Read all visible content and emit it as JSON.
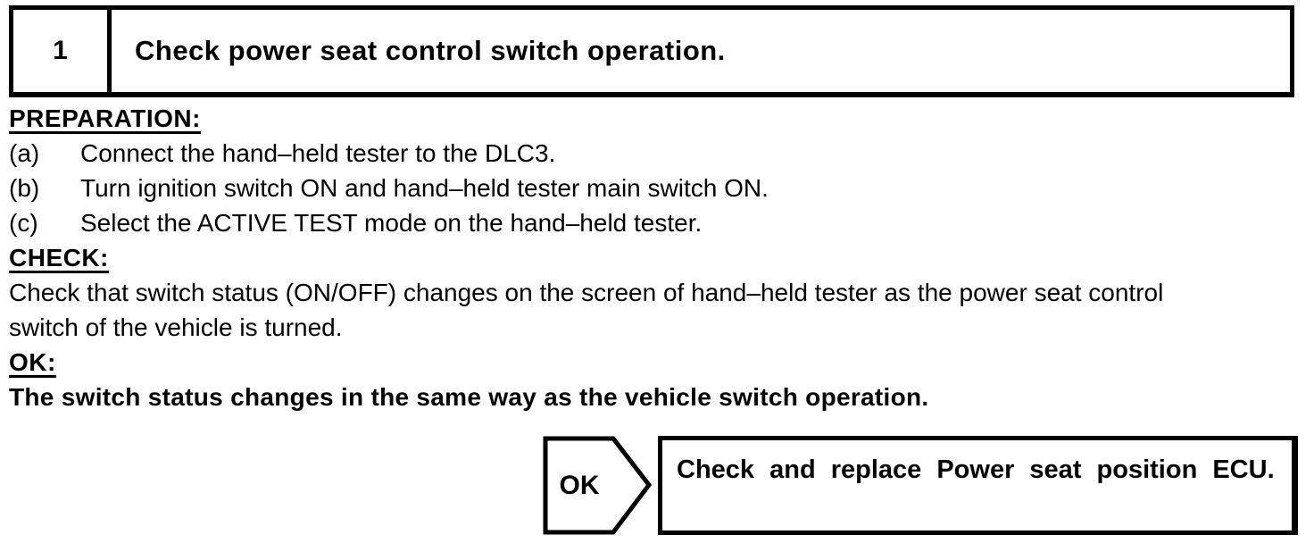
{
  "step": {
    "number": "1",
    "title": "Check power seat control switch operation."
  },
  "preparation": {
    "heading": "PREPARATION:",
    "items": [
      {
        "marker": "(a)",
        "text": "Connect the hand–held tester to the DLC3."
      },
      {
        "marker": "(b)",
        "text": "Turn ignition switch ON and hand–held tester main switch ON."
      },
      {
        "marker": "(c)",
        "text": "Select the ACTIVE TEST mode on the hand–held tester."
      }
    ]
  },
  "check": {
    "heading": "CHECK:",
    "lines": [
      "Check that switch status (ON/OFF) changes on the screen of hand–held tester as the power seat control",
      "switch of the vehicle is turned."
    ]
  },
  "ok": {
    "heading": "OK:",
    "result": "The switch status changes in the same way as the vehicle switch operation."
  },
  "flowchart": {
    "condition": "OK",
    "action": "Check and replace Power seat position ECU."
  },
  "colors": {
    "ink": "#000000",
    "paper": "#ffffff"
  }
}
